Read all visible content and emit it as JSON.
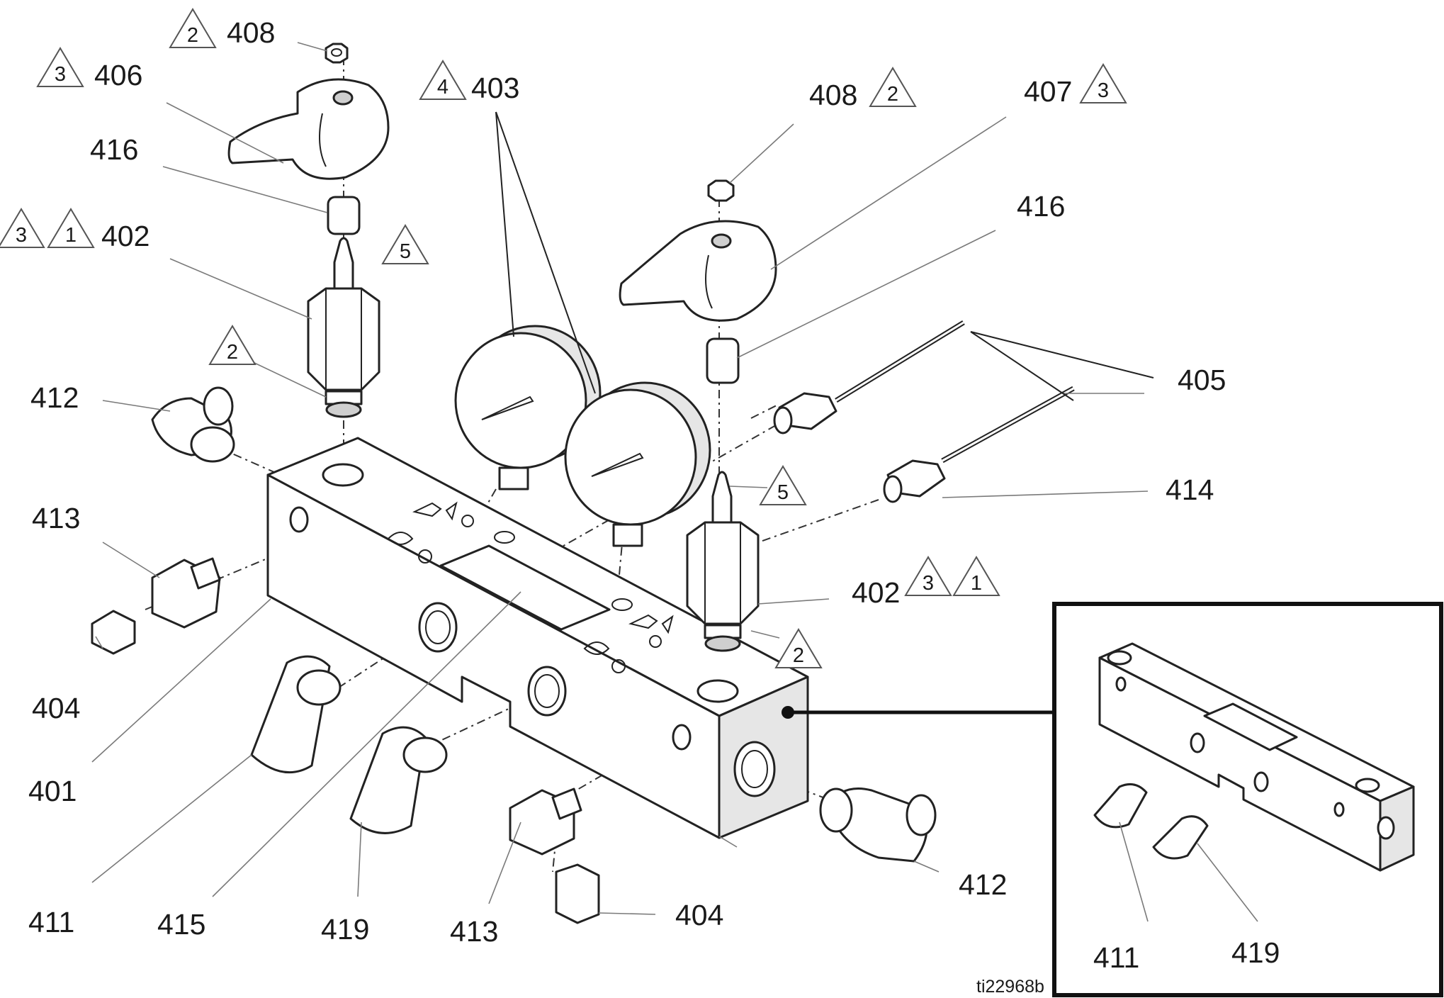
{
  "figure_code": "ti22968b",
  "callouts": [
    {
      "id": "c-408-a",
      "text": "408",
      "notes": [
        "2"
      ]
    },
    {
      "id": "c-406",
      "text": "406",
      "notes": [
        "3"
      ]
    },
    {
      "id": "c-403",
      "text": "403",
      "notes": [
        "4"
      ]
    },
    {
      "id": "c-408-b",
      "text": "408",
      "notes": [
        "2"
      ]
    },
    {
      "id": "c-407",
      "text": "407",
      "notes": [
        "3"
      ]
    },
    {
      "id": "c-416-a",
      "text": "416",
      "notes": []
    },
    {
      "id": "c-416-b",
      "text": "416",
      "notes": []
    },
    {
      "id": "c-402-a",
      "text": "402",
      "notes": [
        "3",
        "1"
      ]
    },
    {
      "id": "c-405",
      "text": "405",
      "notes": []
    },
    {
      "id": "c-412-a",
      "text": "412",
      "notes": []
    },
    {
      "id": "c-414",
      "text": "414",
      "notes": []
    },
    {
      "id": "c-413-a",
      "text": "413",
      "notes": []
    },
    {
      "id": "c-402-b",
      "text": "402",
      "notes": [
        "3",
        "1"
      ]
    },
    {
      "id": "c-404-a",
      "text": "404",
      "notes": []
    },
    {
      "id": "c-401",
      "text": "401",
      "notes": []
    },
    {
      "id": "c-411-a",
      "text": "411",
      "notes": []
    },
    {
      "id": "c-415",
      "text": "415",
      "notes": []
    },
    {
      "id": "c-419-a",
      "text": "419",
      "notes": []
    },
    {
      "id": "c-413-b",
      "text": "413",
      "notes": []
    },
    {
      "id": "c-404-b",
      "text": "404",
      "notes": []
    },
    {
      "id": "c-412-b",
      "text": "412",
      "notes": []
    },
    {
      "id": "c-411-b",
      "text": "411",
      "notes": []
    },
    {
      "id": "c-419-b",
      "text": "419",
      "notes": []
    }
  ],
  "notes_standalone": [
    {
      "id": "n-5-a",
      "text": "5"
    },
    {
      "id": "n-2-a",
      "text": "2"
    },
    {
      "id": "n-5-b",
      "text": "5"
    },
    {
      "id": "n-2-b",
      "text": "2"
    }
  ]
}
